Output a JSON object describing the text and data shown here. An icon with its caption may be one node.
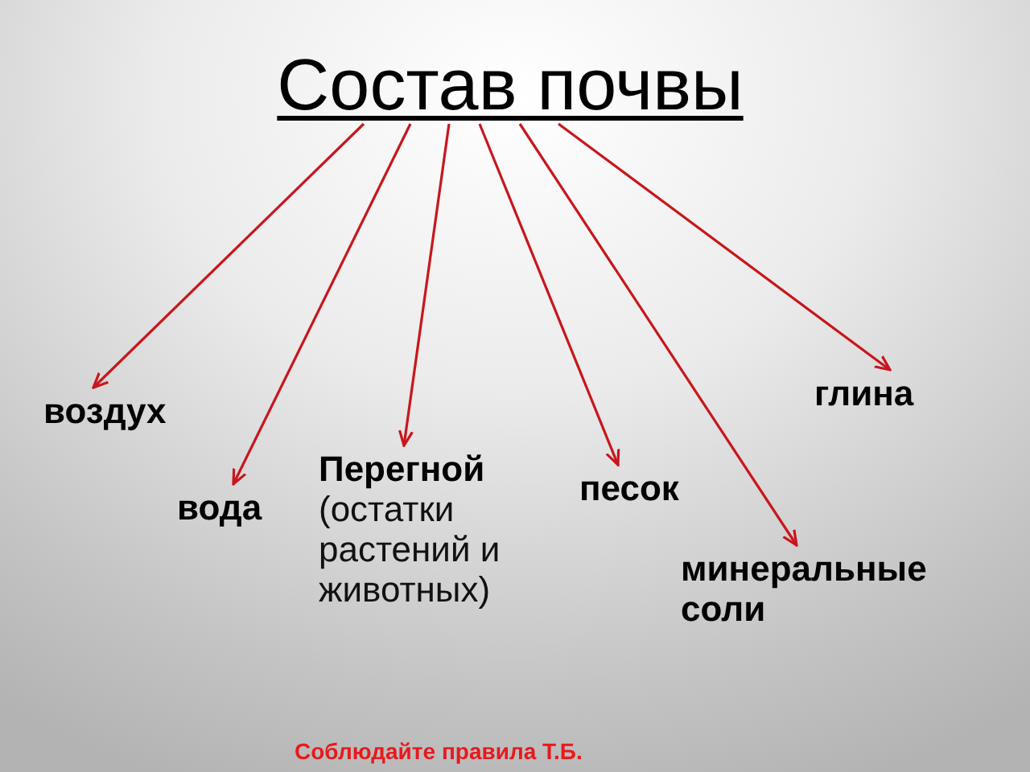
{
  "diagram": {
    "nodes": [
      {
        "text": [
          "Состав почвы"
        ]
      },
      {
        "text": [
          "воздух"
        ]
      },
      {
        "text": [
          "вода"
        ]
      },
      {
        "text": [
          "Перегной",
          "(остатки растений и животных)"
        ]
      },
      {
        "text": [
          "песок"
        ]
      },
      {
        "text": [
          "минеральные соли"
        ]
      },
      {
        "text": [
          "глина"
        ]
      }
    ],
    "edges": [
      {
        "from": 0,
        "to": 1,
        "arrow": "to"
      },
      {
        "from": 0,
        "to": 2,
        "arrow": "to"
      },
      {
        "from": 0,
        "to": 3,
        "arrow": "to"
      },
      {
        "from": 0,
        "to": 4,
        "arrow": "to"
      },
      {
        "from": 0,
        "to": 5,
        "arrow": "to"
      },
      {
        "from": 0,
        "to": 6,
        "arrow": "to"
      }
    ],
    "labels": [
      "Соблюдайте правила Т.Б."
    ]
  }
}
